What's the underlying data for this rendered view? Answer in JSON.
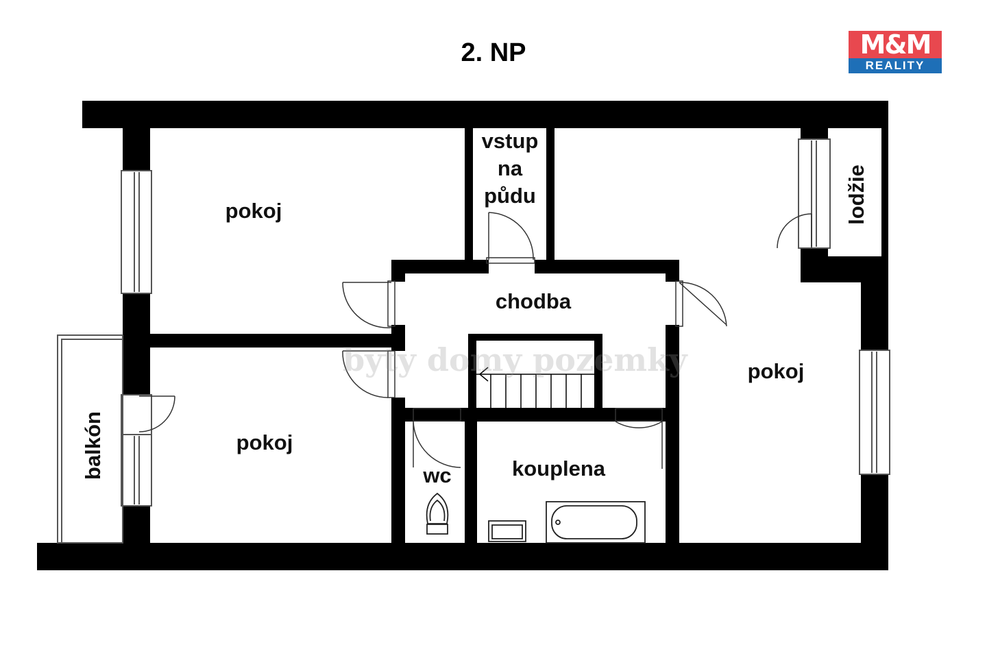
{
  "title": "2. NP",
  "logo": {
    "brand": "M&M",
    "sub": "REALITY",
    "brand_color": "#e8484f",
    "sub_color": "#1e6fb7"
  },
  "watermark": "byty domy pozemky",
  "rooms": {
    "pokoj_top_left": "pokoj",
    "pokoj_bottom_left": "pokoj",
    "pokoj_right": "pokoj",
    "vstup": [
      "vstup",
      "na",
      "půdu"
    ],
    "chodba": "chodba",
    "wc": "wc",
    "koupelna": "kouplena",
    "balkon": "balkón",
    "lodzie": "lodžie"
  },
  "colors": {
    "wall": "#000000",
    "window": "#555555",
    "background": "#ffffff"
  }
}
